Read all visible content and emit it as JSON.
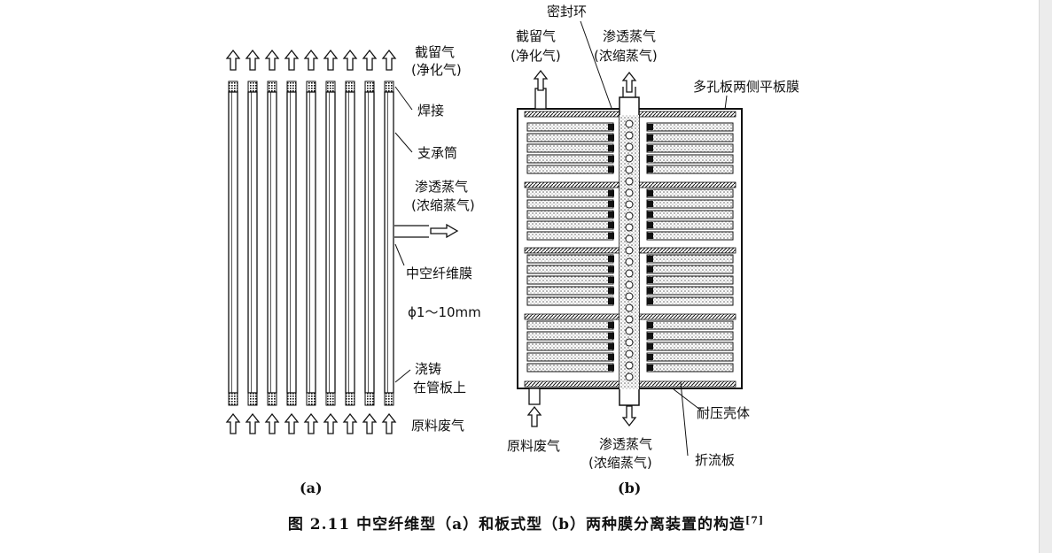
{
  "figure_a": {
    "retentate_line1": "截留气",
    "retentate_line2": "(净化气)",
    "weld": "焊接",
    "support_tube": "支承筒",
    "permeate_line1": "渗透蒸气",
    "permeate_line2": "(浓缩蒸气)",
    "hollow_fiber": "中空纤维膜",
    "diameter": "ϕ1～10mm",
    "potting_line1": "浇铸",
    "potting_line2": "在管板上",
    "feed": "原料废气",
    "sub_label": "(a)"
  },
  "figure_b": {
    "seal_ring": "密封环",
    "retentate_line1": "截留气",
    "retentate_line2": "(净化气)",
    "permeate_top_line1": "渗透蒸气",
    "permeate_top_line2": "(浓缩蒸气)",
    "flat_membrane": "多孔板两侧平板膜",
    "pressure_shell": "耐压壳体",
    "feed": "原料废气",
    "permeate_bottom_line1": "渗透蒸气",
    "permeate_bottom_line2": "(浓缩蒸气)",
    "baffle": "折流板",
    "sub_label": "(b)"
  },
  "caption": {
    "text": "图 2.11  中空纤维型（a）和板式型（b）两种膜分离装置的构造",
    "ref": "[7]"
  }
}
